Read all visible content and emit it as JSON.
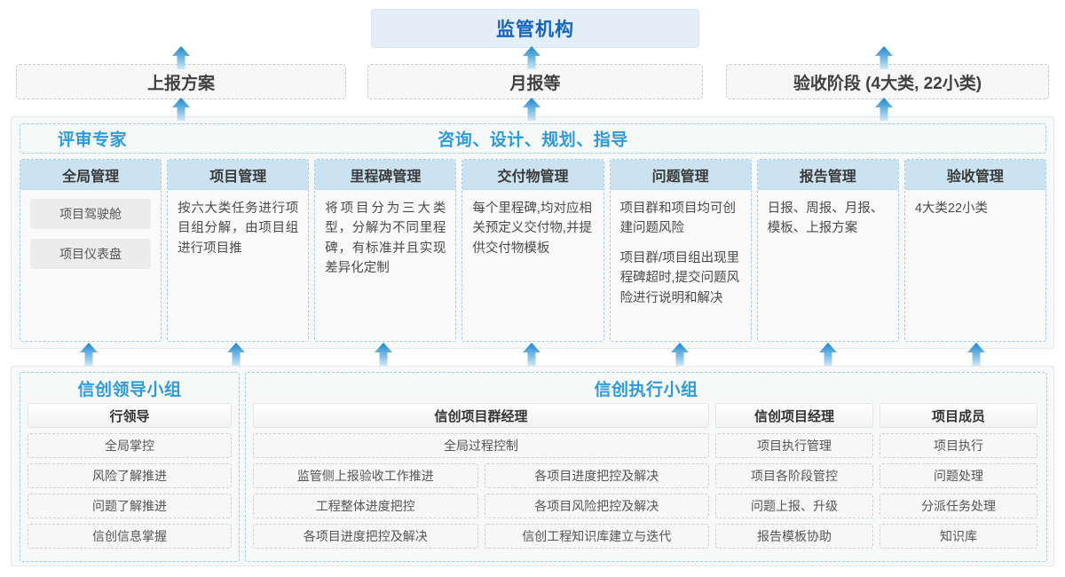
{
  "top": {
    "authority": "监管机构",
    "report_bars": [
      {
        "label": "上报方案"
      },
      {
        "label": "月报等"
      },
      {
        "label": "验收阶段 (4大类, 22小类)"
      }
    ]
  },
  "middle": {
    "header_left": "评审专家",
    "header_center": "咨询、设计、规划、指导",
    "columns": [
      {
        "title": "全局管理",
        "chips": [
          "项目驾驶舱",
          "项目仪表盘"
        ],
        "paragraphs": []
      },
      {
        "title": "项目管理",
        "chips": [],
        "paragraphs": [
          "按六大类任务进行项目组分解，由项目组进行项目推"
        ]
      },
      {
        "title": "里程碑管理",
        "chips": [],
        "paragraphs": [
          "将项目分为三大类型，分解为不同里程碑，有标准并且实现差异化定制"
        ]
      },
      {
        "title": "交付物管理",
        "chips": [],
        "paragraphs": [
          "每个里程碑,均对应相关预定义交付物,并提供交付物模板"
        ]
      },
      {
        "title": "问题管理",
        "chips": [],
        "paragraphs": [
          "项目群和项目均可创建问题风险",
          "项目群/项目组出现里程碑超时,提交问题风险进行说明和解决"
        ]
      },
      {
        "title": "报告管理",
        "chips": [],
        "paragraphs": [
          "日报、周报、月报、模板、上报方案"
        ]
      },
      {
        "title": "验收管理",
        "chips": [],
        "paragraphs": [
          "4大类22小类"
        ]
      }
    ]
  },
  "bottom": {
    "left_panel": {
      "title": "信创领导小组",
      "role_header": "行领导",
      "items": [
        "全局掌控",
        "风险了解推进",
        "问题了解推进",
        "信创信息掌握"
      ]
    },
    "right_panel": {
      "title": "信创执行小组",
      "groups": [
        {
          "header": "信创项目群经理",
          "wide_item": "全局过程控制",
          "col_a": [
            "监管侧上报验收工作推进",
            "工程整体进度把控",
            "各项目进度把控及解决"
          ],
          "col_b": [
            "各项目进度把控及解决",
            "各项目风险把控及解决",
            "信创工程知识库建立与迭代"
          ]
        },
        {
          "header": "信创项目经理",
          "items": [
            "项目执行管理",
            "项目各阶段管控",
            "问题上报、升级",
            "报告模板协助"
          ]
        },
        {
          "header": "项目成员",
          "items": [
            "项目执行",
            "问题处理",
            "分派任务处理",
            "知识库"
          ]
        }
      ]
    }
  },
  "colors": {
    "accent_blue": "#2f9ada",
    "title_blue": "#1565c0",
    "header_fill": "#cbe2f0",
    "panel_bg": "#f7f8f8"
  },
  "arrows": {
    "icon": "arrow-up-icon",
    "top_row_x": [
      204,
      598,
      995
    ],
    "mid_row_x": [
      100,
      265,
      432,
      600,
      767,
      935,
      1101
    ]
  }
}
